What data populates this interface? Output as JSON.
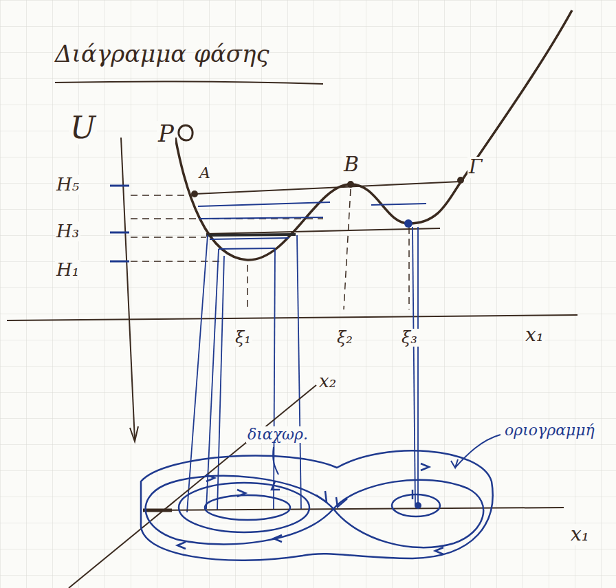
{
  "diagram": {
    "title": "Διάγραμμα φάσης",
    "labels": [
      "P",
      "A",
      "B",
      "Γ",
      "U",
      "H₅",
      "H₃",
      "H₁",
      "ξ₁",
      "ξ₂",
      "ξ₃",
      "x₁",
      "x₂",
      "διαχωρ.",
      "οριογραμμή",
      "x₁"
    ]
  }
}
